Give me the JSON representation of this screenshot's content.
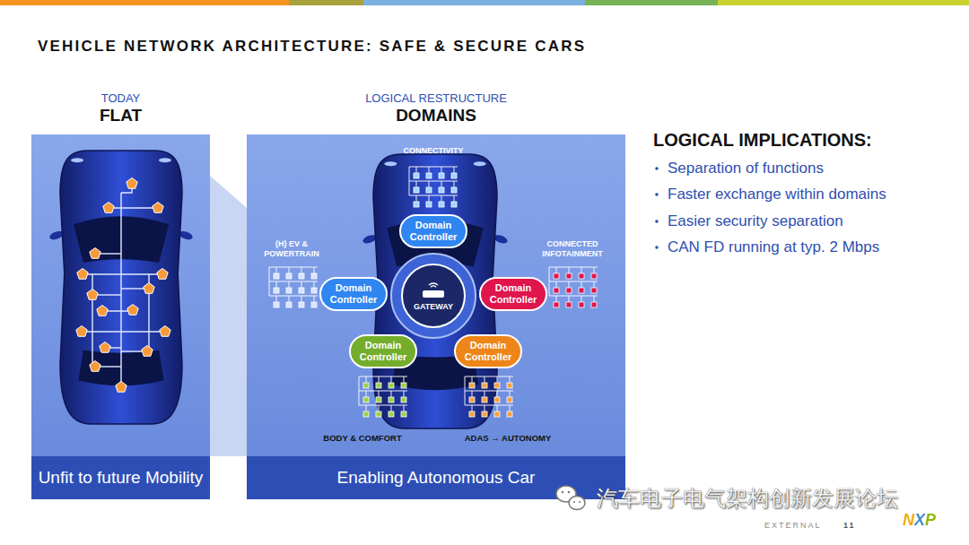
{
  "diagram": {
    "title": "VEHICLE NETWORK ARCHITECTURE: SAFE & SECURE CARS",
    "nodes": [
      {
        "text": [
          "TODAY",
          "FLAT"
        ]
      },
      {
        "text": [
          "Unfit to future Mobility"
        ],
        "in": 0
      },
      {
        "text": [
          "LOGICAL RESTRUCTURE",
          "DOMAINS"
        ]
      },
      {
        "text": [
          "Domain Controller"
        ],
        "in": 2
      },
      {
        "text": [
          "Domain Controller"
        ],
        "in": 2
      },
      {
        "text": [
          "GATEWAY"
        ],
        "in": 2
      },
      {
        "text": [
          "Domain Controller"
        ],
        "in": 2
      },
      {
        "text": [
          "Domain Controller"
        ],
        "in": 2
      },
      {
        "text": [
          "Domain Controller"
        ],
        "in": 2
      },
      {
        "text": [
          "Enabling Autonomous Car"
        ],
        "in": 2
      }
    ],
    "labels": [
      "CONNECTIVITY",
      "(H) EV & POWERTRAIN",
      "CONNECTED INFOTAINMENT",
      "BODY & COMFORT",
      "ADAS → AUTONOMY",
      "LOGICAL IMPLICATIONS:",
      "Separation of functions",
      "Faster exchange within domains",
      "Easier security separation",
      "CAN FD running at typ. 2 Mbps",
      "汽车电子电气架构创新发展论坛",
      "EXTERNAL",
      "11",
      "NXP"
    ]
  }
}
